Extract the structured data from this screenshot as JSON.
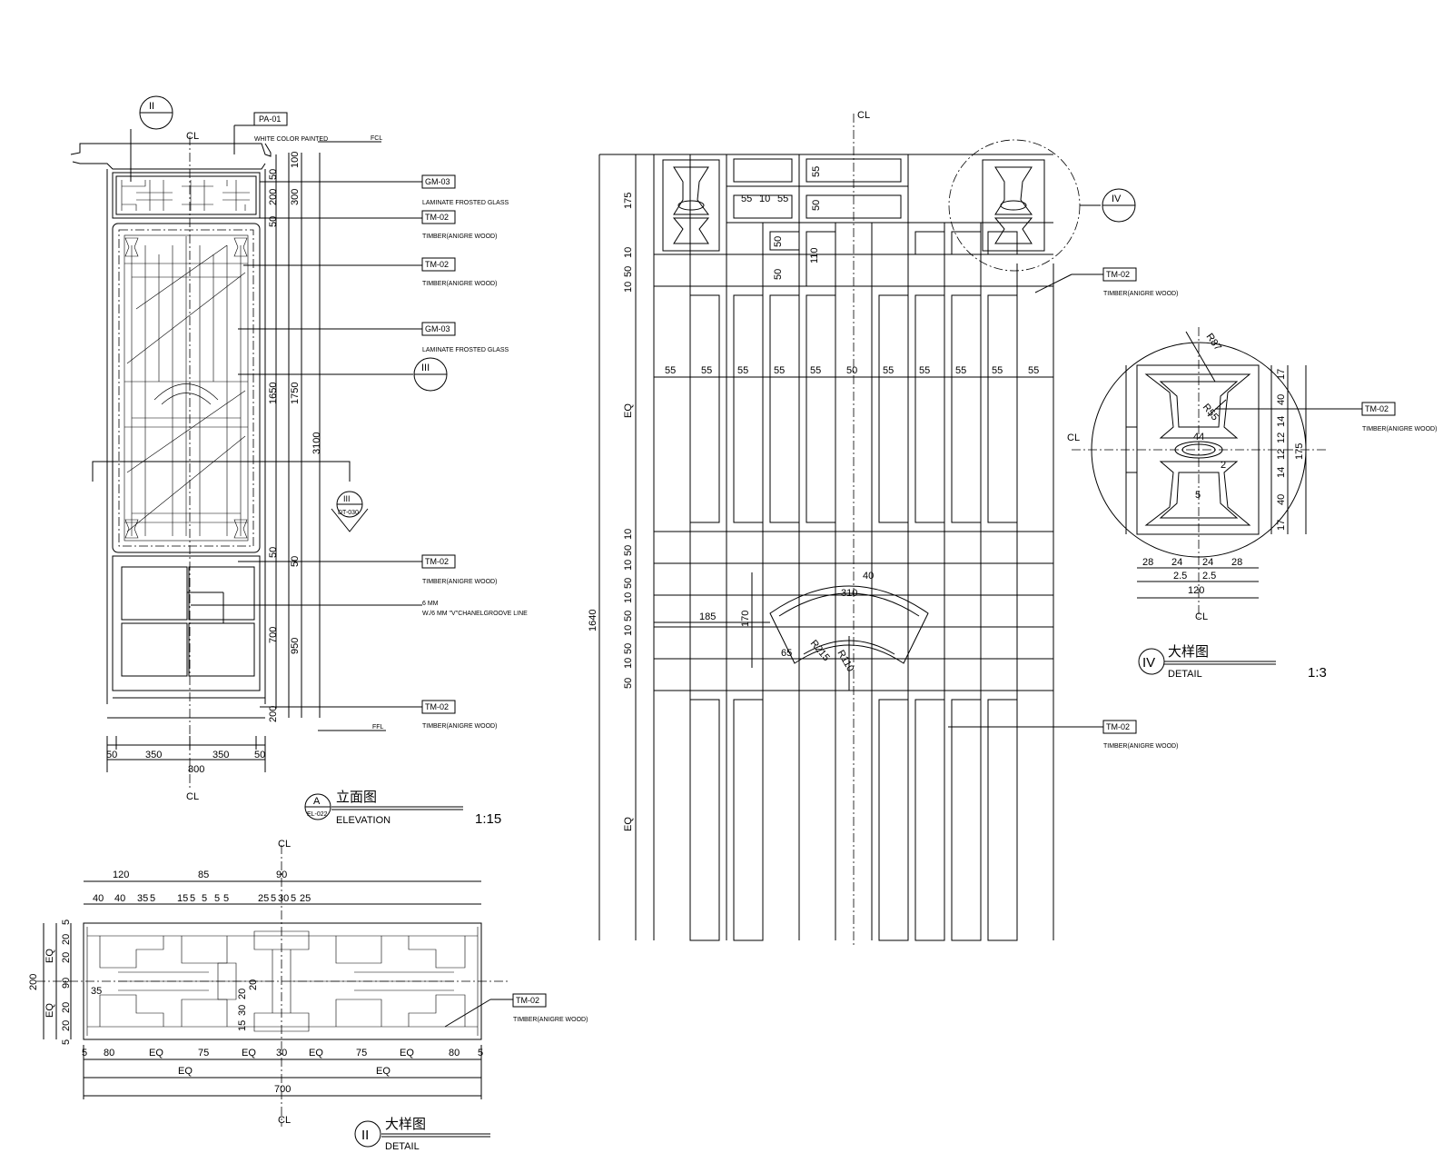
{
  "materials": {
    "pa01": {
      "code": "PA-01",
      "desc": "WHITE COLOR PAINTED"
    },
    "gm03": {
      "code": "GM-03",
      "desc": "LAMINATE FROSTED GLASS"
    },
    "tm02": {
      "code": "TM-02",
      "desc": "TIMBER(ANIGRE WOOD)"
    },
    "groove": {
      "line1": "6 MM",
      "line2": "W./6 MM \"V\"CHANELGROOVE LINE"
    }
  },
  "levels": {
    "fcl": "FCL",
    "ffl": "FFL"
  },
  "centerline": "CL",
  "elevation": {
    "marker_letter": "A",
    "marker_ref": "EL-022",
    "title_cn": "立面图",
    "title_en": "ELEVATION",
    "scale": "1:15",
    "callout_ii": "II",
    "callout_iii": "III",
    "section_iii": "III",
    "section_ref": "DT-030",
    "dims_right": [
      "100",
      "200",
      "300",
      "50",
      "50",
      "1650",
      "1750",
      "3100",
      "50",
      "50",
      "700",
      "950",
      "200"
    ],
    "dims_bottom": [
      "50",
      "350",
      "350",
      "50",
      "800"
    ]
  },
  "detail_ii": {
    "marker": "II",
    "title_cn": "大样图",
    "title_en": "DETAIL",
    "dims_top": [
      "120",
      "85",
      "90"
    ],
    "dims_top_sub": [
      "40",
      "40",
      "35",
      "5",
      "15",
      "5",
      "5",
      "5",
      "5",
      "25",
      "5",
      "30",
      "5",
      "25"
    ],
    "dims_bottom": [
      "5",
      "80",
      "EQ",
      "75",
      "EQ",
      "30",
      "EQ",
      "75",
      "EQ",
      "80",
      "5"
    ],
    "dims_bottom2": [
      "EQ",
      "EQ"
    ],
    "total": "700",
    "dims_left": [
      "5",
      "EQ",
      "200",
      "EQ",
      "5"
    ],
    "dims_left2": [
      "20",
      "20",
      "90",
      "20",
      "20"
    ],
    "inner": [
      "35",
      "20",
      "15",
      "30",
      "20"
    ]
  },
  "detail_iii": {
    "dims_top": [
      "55",
      "10",
      "55",
      "55",
      "50",
      "50",
      "50",
      "110"
    ],
    "col_dims": [
      "55",
      "55",
      "55",
      "55",
      "55",
      "50",
      "55",
      "55",
      "55",
      "55",
      "55"
    ],
    "left_dims": [
      "175",
      "10",
      "50",
      "10",
      "EQ",
      "10",
      "50",
      "10",
      "50",
      "10",
      "50",
      "10",
      "50",
      "10",
      "50",
      "1640",
      "EQ"
    ],
    "arc": [
      "310",
      "40",
      "185",
      "170",
      "65",
      "R215",
      "R110"
    ],
    "callout_iv": "IV"
  },
  "detail_iv": {
    "marker": "IV",
    "title_cn": "大样图",
    "title_en": "DETAIL",
    "scale": "1:3",
    "radii": [
      "R87",
      "R55"
    ],
    "inner": [
      "44",
      "2",
      "5"
    ],
    "right_dims": [
      "17",
      "40",
      "14",
      "12",
      "12",
      "14",
      "40",
      "17",
      "175"
    ],
    "bottom_dims": [
      "28",
      "24",
      "24",
      "28"
    ],
    "bottom_dims2": [
      "2.5",
      "2.5"
    ],
    "bottom_total": "120"
  }
}
